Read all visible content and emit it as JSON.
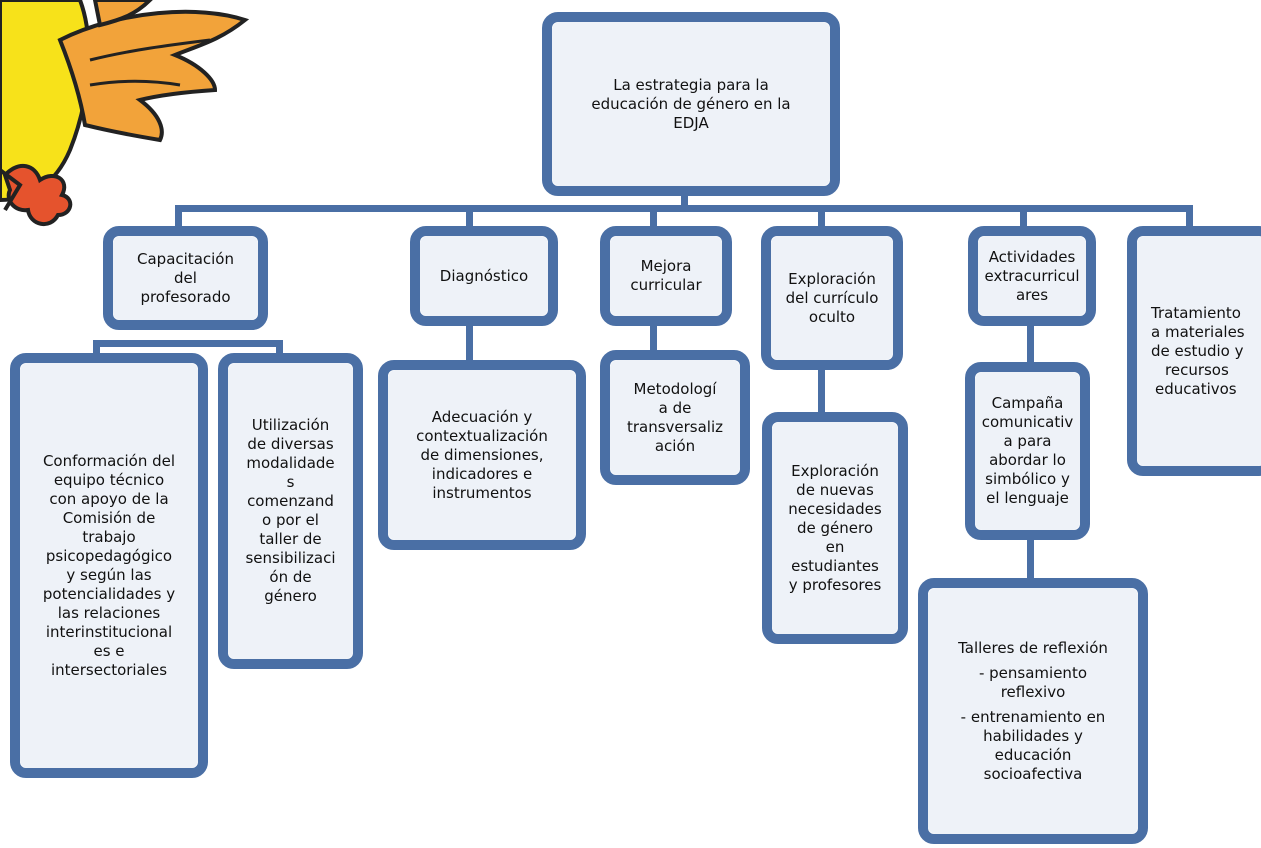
{
  "root": {
    "lines": [
      "La estrategia para la",
      "educación de género en la",
      "EDJA"
    ]
  },
  "nodes": {
    "capacitacion": {
      "lines": [
        "Capacitación",
        "del",
        "profesorado"
      ]
    },
    "diagnostico": {
      "lines": [
        "Diagnóstico"
      ]
    },
    "mejora": {
      "lines": [
        "Mejora",
        "curricular"
      ]
    },
    "exploracion": {
      "lines": [
        "Exploración",
        "del currículo",
        "oculto"
      ]
    },
    "actividades": {
      "lines": [
        "Actividades",
        "extracurricul",
        "ares"
      ]
    },
    "tratamiento": {
      "lines": [
        "Tratamiento",
        "a materiales",
        "de estudio y",
        "recursos",
        "educativos"
      ]
    }
  },
  "children": {
    "conformacion": {
      "lines": [
        "Conformación del",
        "equipo técnico",
        "con apoyo de la",
        "Comisión de",
        "trabajo",
        "psicopedagógico",
        "y según las",
        "potencialidades y",
        "las relaciones",
        "interinstitucional",
        "es e",
        "intersectoriales"
      ]
    },
    "utilizacion": {
      "lines": [
        "Utilización",
        "de diversas",
        "modalidade",
        "s",
        "comenzand",
        "o por el",
        "taller de",
        "sensibilizaci",
        "ón de",
        "género"
      ]
    },
    "adecuacion": {
      "lines": [
        "Adecuación y",
        "contextualización",
        "de dimensiones,",
        "indicadores e",
        "instrumentos"
      ]
    },
    "metodologia": {
      "lines": [
        "Metodologí",
        "a de",
        "transversaliz",
        "ación"
      ]
    },
    "nuevas": {
      "lines": [
        "Exploración",
        "de nuevas",
        "necesidades",
        "de género",
        "en",
        "estudiantes",
        "y profesores"
      ]
    },
    "campana": {
      "lines": [
        "Campaña",
        "comunicativ",
        "a para",
        "abordar lo",
        "simbólico y",
        "el lenguaje"
      ]
    },
    "talleres": {
      "lines": [
        "Talleres de reflexión",
        "- pensamiento",
        "reflexivo",
        "- entrenamiento en",
        "habilidades y",
        "educación",
        "socioafectiva"
      ]
    }
  },
  "colors": {
    "border": "#4a6fa5",
    "fill": "#eef2f8",
    "mascot_yellow": "#f7e21a",
    "mascot_orange": "#f2a33a"
  }
}
